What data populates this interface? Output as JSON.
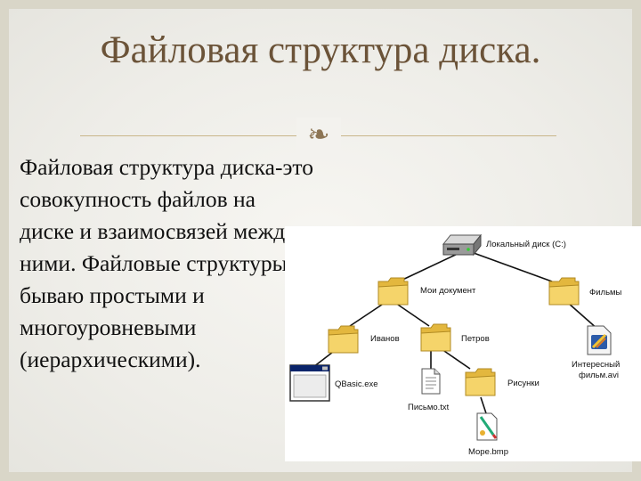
{
  "slide": {
    "title": "Файловая структура диска.",
    "flourish": "❧",
    "body": "Файловая структура диска-это совокупность файлов на диске и взаимосвязей между ними. Файловые структуры бываю простыми и многоуровневыми (иерархическими)."
  },
  "diagram": {
    "nodes": [
      {
        "id": "disk",
        "label": "Локальный диск (C:)",
        "icon": "hard-drive-icon"
      },
      {
        "id": "docs",
        "label": "Мои документ",
        "icon": "folder-icon"
      },
      {
        "id": "films",
        "label": "Фильмы",
        "icon": "folder-icon"
      },
      {
        "id": "ivanov",
        "label": "Иванов",
        "icon": "folder-icon"
      },
      {
        "id": "petrov",
        "label": "Петров",
        "icon": "folder-icon"
      },
      {
        "id": "qbasic",
        "label": "QBasic.exe",
        "icon": "application-window-icon"
      },
      {
        "id": "letter",
        "label": "Письмо.txt",
        "icon": "text-document-icon"
      },
      {
        "id": "pictures",
        "label": "Рисунки",
        "icon": "folder-icon"
      },
      {
        "id": "sea",
        "label": "Море.bmp",
        "icon": "paint-brush-icon"
      },
      {
        "id": "movie",
        "label": "Интересный фильм.avi",
        "icon": "video-file-icon"
      }
    ],
    "colors": {
      "folder": "#f3d167",
      "folder_dark": "#c9a22f",
      "line": "#111111",
      "window_title": "#0a246a"
    }
  }
}
